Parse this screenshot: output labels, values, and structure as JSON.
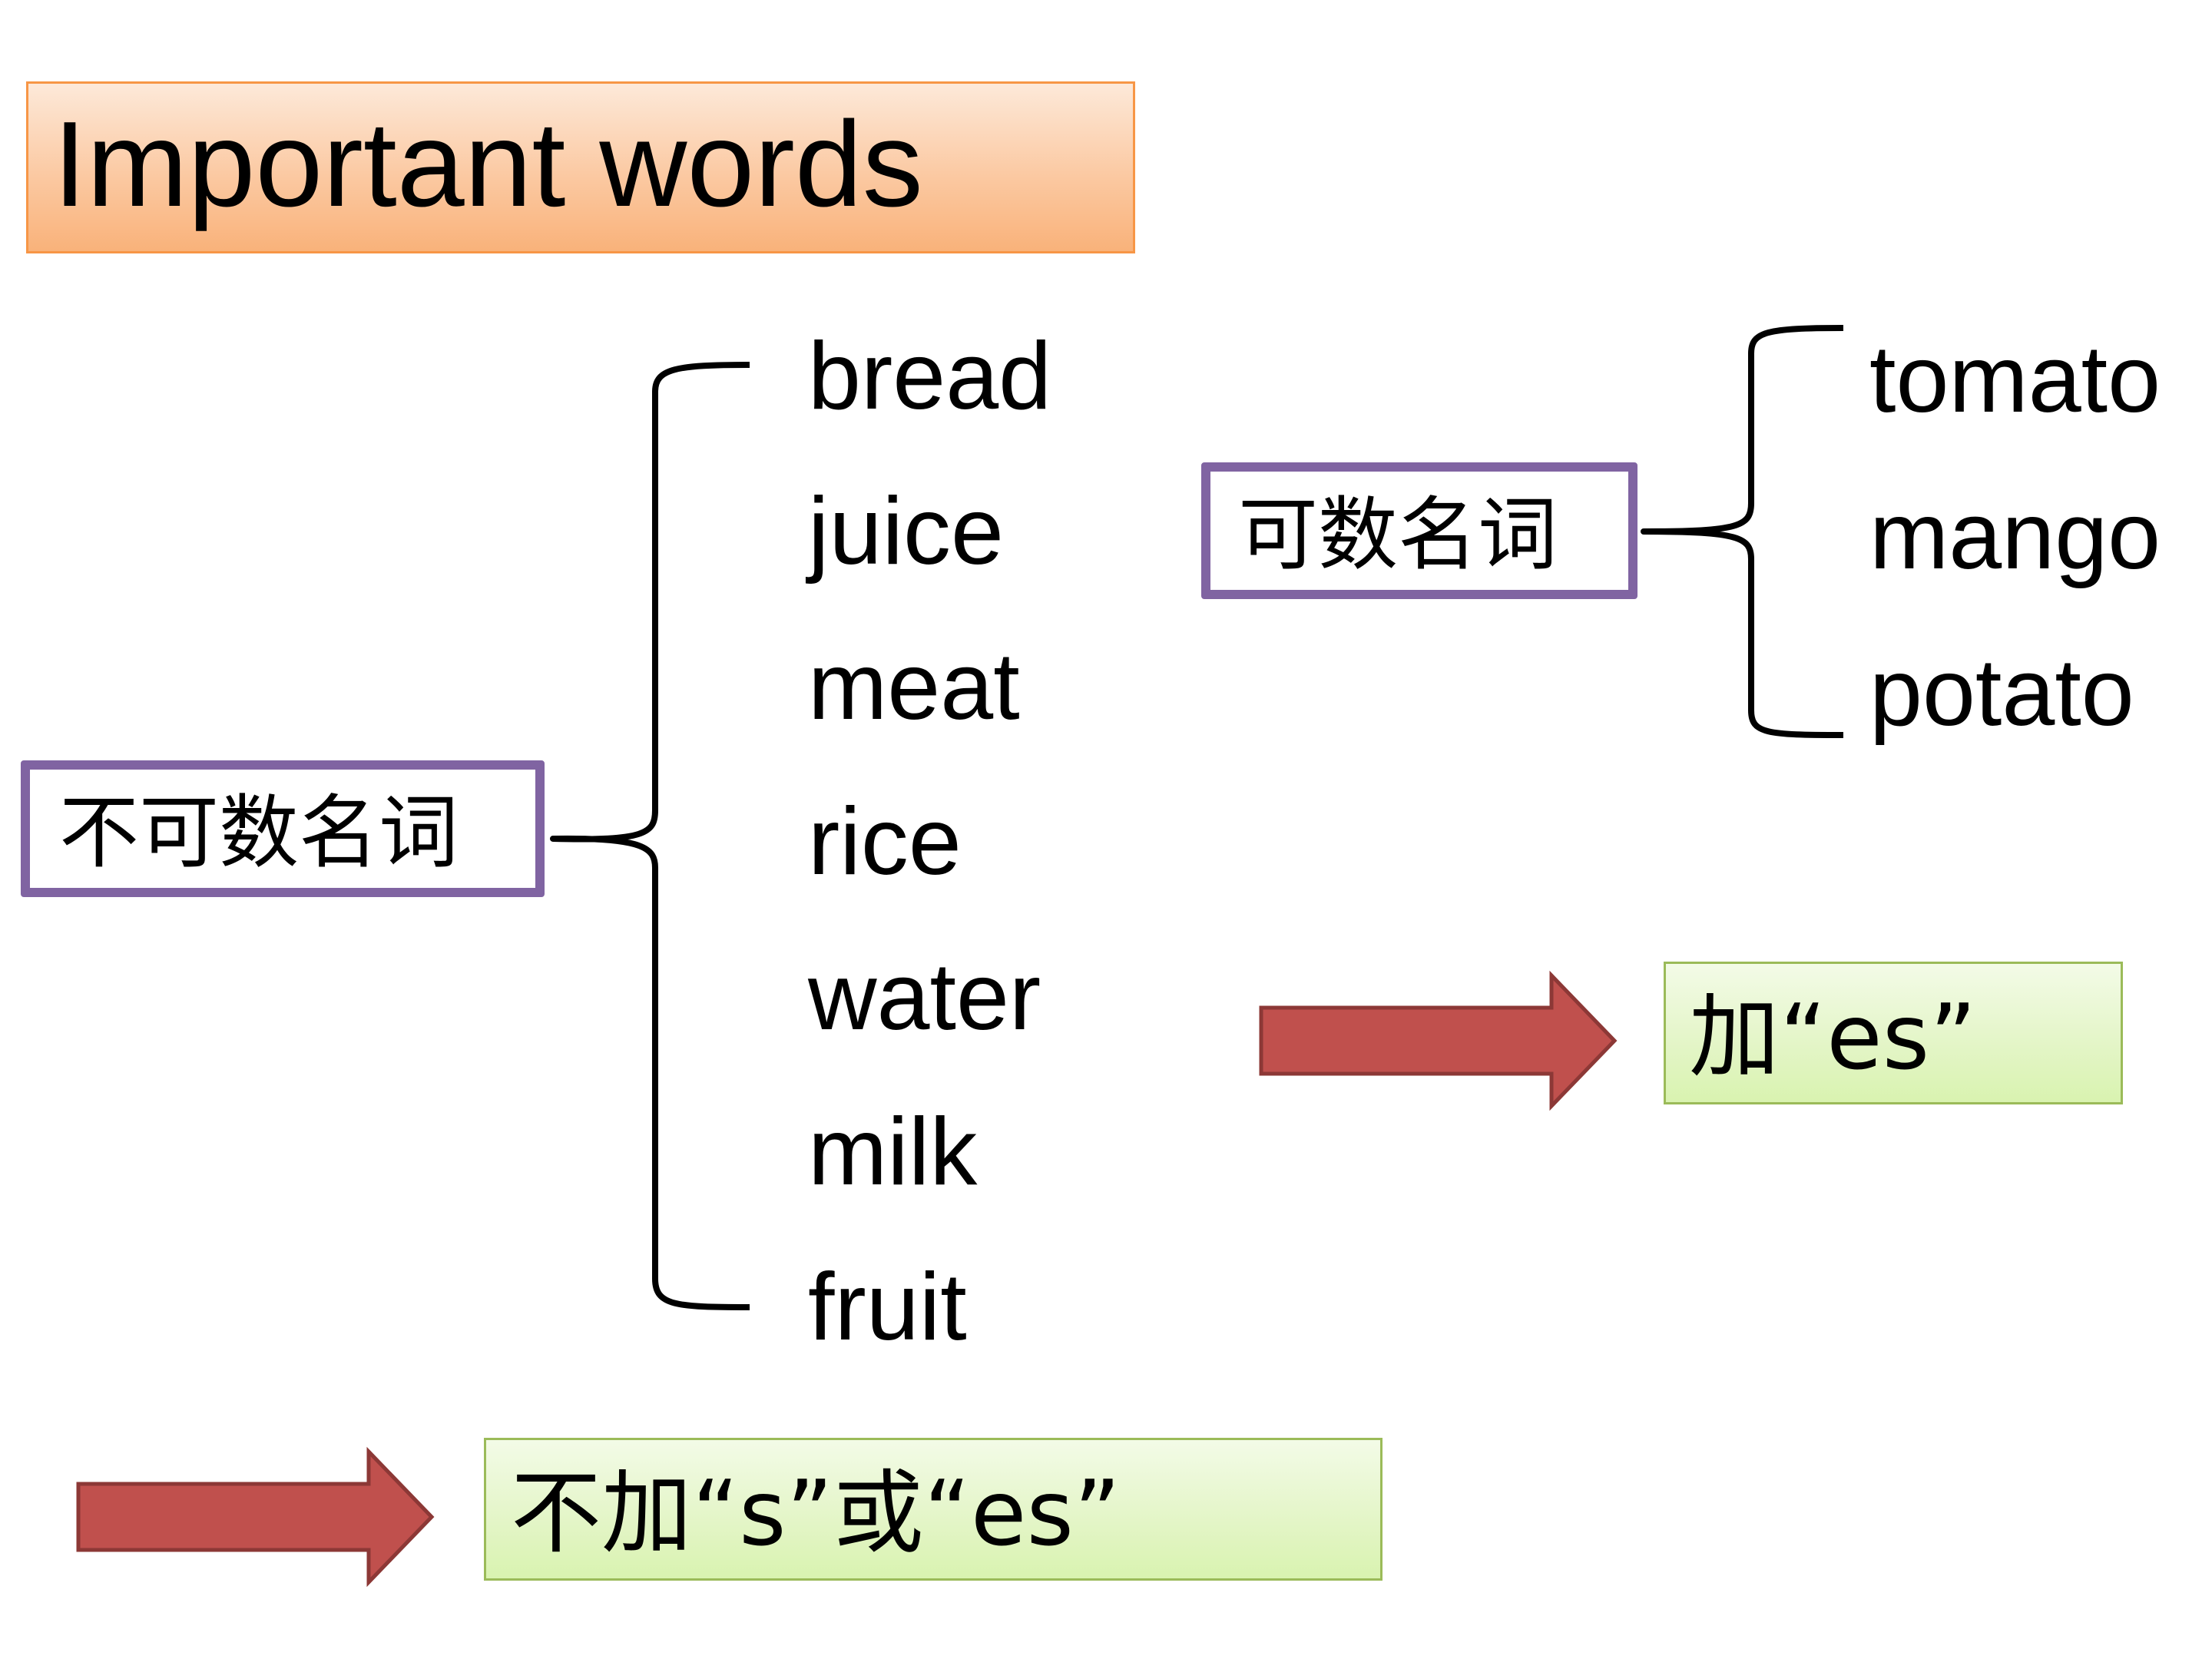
{
  "title": "Important words",
  "uncountable": {
    "label": "不可数名词",
    "words": [
      "bread",
      "juice",
      "meat",
      "rice",
      "water",
      "milk",
      "fruit"
    ],
    "rule": "不加“s”或“es”"
  },
  "countable": {
    "label": "可数名词",
    "words": [
      "tomato",
      "mango",
      "potato"
    ],
    "rule": "加“es”"
  },
  "colors": {
    "title_fill": "#fbc9a2",
    "title_border": "#f79646",
    "category_border": "#8064a2",
    "rule_fill": "#e3f5c6",
    "rule_border": "#9bbb59",
    "arrow_fill": "#c0504d",
    "arrow_border": "#8c3836"
  }
}
